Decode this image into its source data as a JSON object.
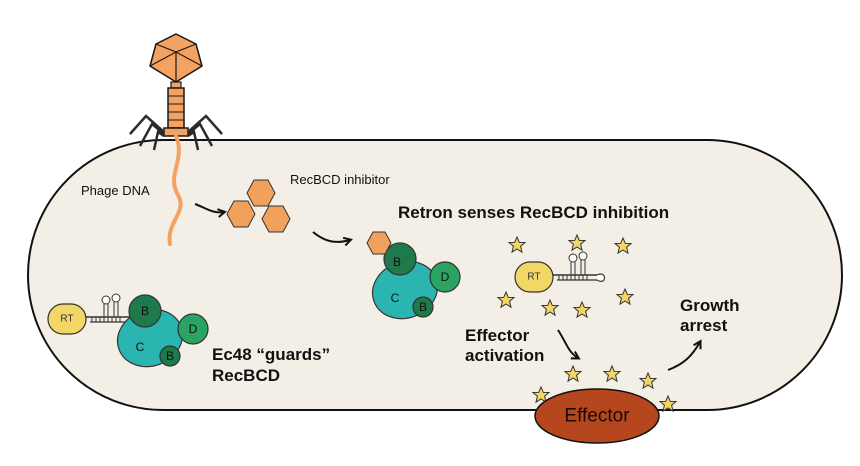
{
  "labels": {
    "phage_dna": "Phage DNA",
    "recbcd_inhibitor": "RecBCD inhibitor",
    "retron_senses": "Retron senses RecBCD inhibition",
    "ec48_line1": "Ec48 “guards”",
    "ec48_line2": "RecBCD",
    "effector_activation_line1": "Effector",
    "effector_activation_line2": "activation",
    "growth_line1": "Growth",
    "growth_line2": "arrest",
    "effector": "Effector"
  },
  "subunits": {
    "b": "B",
    "c": "C",
    "d": "D"
  },
  "rt_label": "RT",
  "colors": {
    "cell_fill": "#f4efe6",
    "phage_orange": "#f4a261",
    "inhibitor": "#f1a15c",
    "recb": "#1e7a4b",
    "recc": "#2bb5b0",
    "recd": "#2aa363",
    "rt": "#f2d666",
    "star": "#f2d666",
    "effector": "#b5461d"
  }
}
